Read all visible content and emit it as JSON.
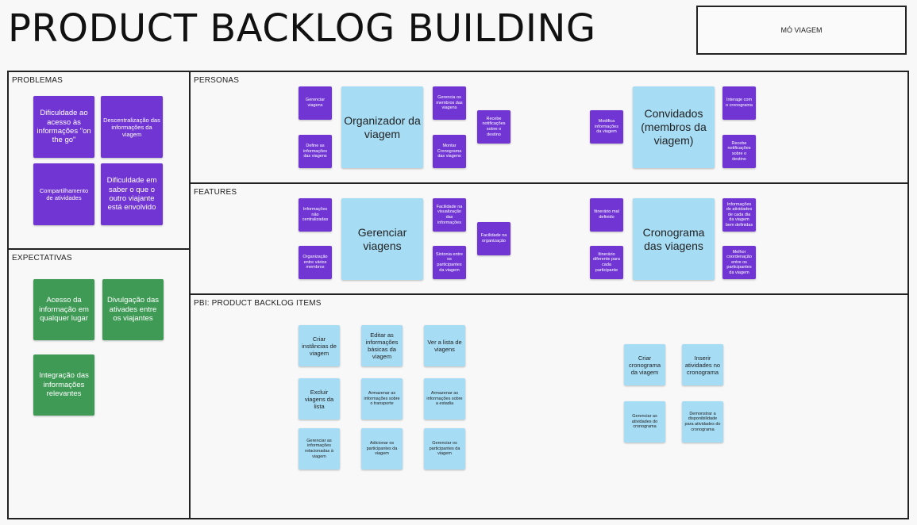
{
  "board": {
    "title": "PRODUCT BACKLOG BUILDING",
    "tag": "MÓ VIAGEM"
  },
  "problemas": {
    "label": "PROBLEMAS",
    "notes": [
      "Dificuldade ao acesso às informações \"on the go\"",
      "Descentralização das informações da viagem",
      "Compartilhamento de atividades",
      "Dificuldade em saber o que o outro viajante está envolvido"
    ]
  },
  "expectativas": {
    "label": "EXPECTATIVAS",
    "notes": [
      "Acesso da informação em qualquer lugar",
      "Divulgação das ativades entre os viajantes",
      "Integração das informações relevantes"
    ]
  },
  "personas": {
    "label": "PERSONAS",
    "organizador": {
      "name": "Organizador da viagem",
      "notes": [
        "Gerenciar viagens",
        "Define as informações das viagens",
        "Gerencia os membros das viagens",
        "Montar Cronograma das viagens",
        "Recebe notificações sobre o destino"
      ]
    },
    "convidados": {
      "name": "Convidados (membros da viagem)",
      "notes": [
        "Modifica informações da viagem",
        "Interage com o cronograma",
        "Recebe notificações sobre o destino"
      ]
    }
  },
  "features": {
    "label": "FEATURES",
    "gerenciar": {
      "name": "Gerenciar viagens",
      "notes": [
        "Informações não centralizadas",
        "Organização entre vários membros",
        "Facilidade na visualização das informações",
        "Sintonia entre os participantes da viagem",
        "Facilidade na organização"
      ]
    },
    "cronograma": {
      "name": "Cronograma das viagens",
      "notes": [
        "Itinerário mal definido",
        "Itinerário diferente para cada participante",
        "Informações de atividades de cada dia da viagem bem definidas",
        "Melhor coordenação entre os participantes da viagem"
      ]
    }
  },
  "pbi": {
    "label": "PBI: PRODUCT BACKLOG ITEMS",
    "items": [
      "Criar instâncias de viagem",
      "Editar as informações básicas da viagem",
      "Ver a lista de viagens",
      "Excluir viagens da lista",
      "Armazenar as informações sobre o transporte",
      "Armazenar as informações sobre a estadia",
      "Gerenciar as informações relacionadas à viagem",
      "Adicionar os participantes da viagem",
      "Gerenciar os participantes da viagem",
      "Criar cronograma da viagem",
      "Inserir atividades no cronograma",
      "Gerenciar as atividades do cronograma",
      "Demonstrar a disponibilidade para atividades do cronograma"
    ]
  },
  "colors": {
    "purple": "#7135d4",
    "green": "#3e9a55",
    "blue": "#a6dcf4"
  }
}
